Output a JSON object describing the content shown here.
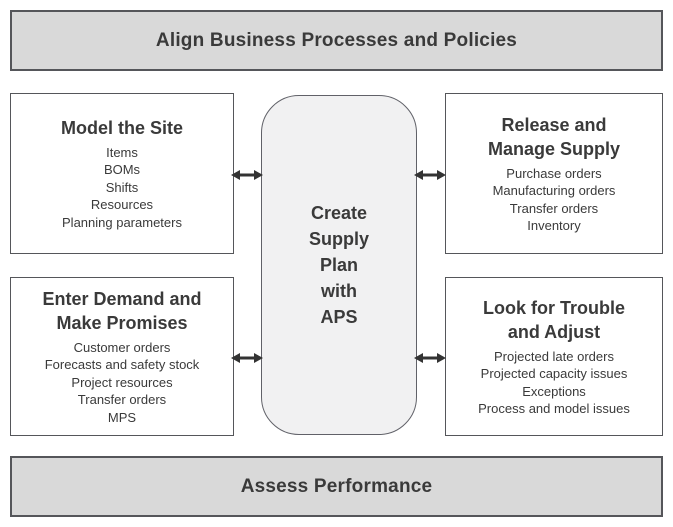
{
  "top_banner": {
    "label": "Align Business Processes and Policies"
  },
  "bottom_banner": {
    "label": "Assess Performance"
  },
  "center_box": {
    "lines": [
      "Create",
      "Supply",
      "Plan",
      "with",
      "APS"
    ]
  },
  "boxes": {
    "top_left": {
      "title_lines": [
        "Model the Site"
      ],
      "items": [
        "Items",
        "BOMs",
        "Shifts",
        "Resources",
        "Planning parameters"
      ]
    },
    "top_right": {
      "title_lines": [
        "Release and",
        "Manage Supply"
      ],
      "items": [
        "Purchase orders",
        "Manufacturing orders",
        "Transfer orders",
        "Inventory"
      ]
    },
    "bottom_left": {
      "title_lines": [
        "Enter Demand and",
        "Make Promises"
      ],
      "items": [
        "Customer orders",
        "Forecasts and safety stock",
        "Project resources",
        "Transfer orders",
        "MPS"
      ]
    },
    "bottom_right": {
      "title_lines": [
        "Look for Trouble",
        "and Adjust"
      ],
      "items": [
        "Projected late orders",
        "Projected capacity issues",
        "Exceptions",
        "Process and model issues"
      ]
    }
  },
  "colors": {
    "banner_fill": "#d9d9d9",
    "box_border": "#55565a",
    "center_fill": "#f1f1f2",
    "text": "#3a3a3a",
    "arrow": "#333333"
  }
}
